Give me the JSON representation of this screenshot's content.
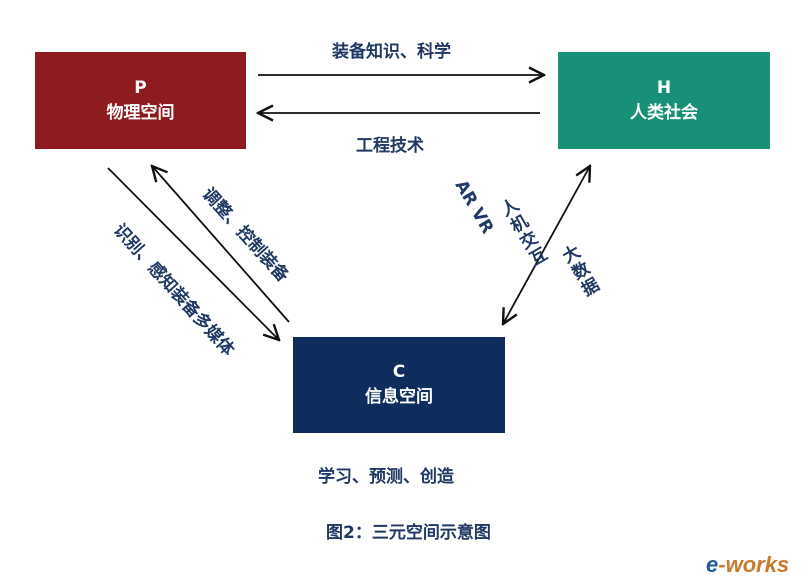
{
  "nodes": {
    "p": {
      "code": "P",
      "label": "物理空间",
      "color": "#8e1b1e"
    },
    "h": {
      "code": "H",
      "label": "人类社会",
      "color": "#179077"
    },
    "c": {
      "code": "C",
      "label": "信息空间",
      "color": "#0e2d5c"
    }
  },
  "edges": {
    "p_to_h": "装备知识、科学",
    "h_to_p": "工程技术",
    "c_to_p": "调整、控制装备",
    "p_to_c": "识别、感知装备多媒体",
    "c_h_hci": "人机交互",
    "c_h_arvr": "AR VR",
    "c_h_bigdata": "大数据"
  },
  "c_caption": "学习、预测、创造",
  "figure_caption": "图2：三元空间示意图",
  "watermark": {
    "part1": "e",
    "part2": "works"
  },
  "colors": {
    "text": "#1f3864",
    "arrow": "#111111"
  }
}
